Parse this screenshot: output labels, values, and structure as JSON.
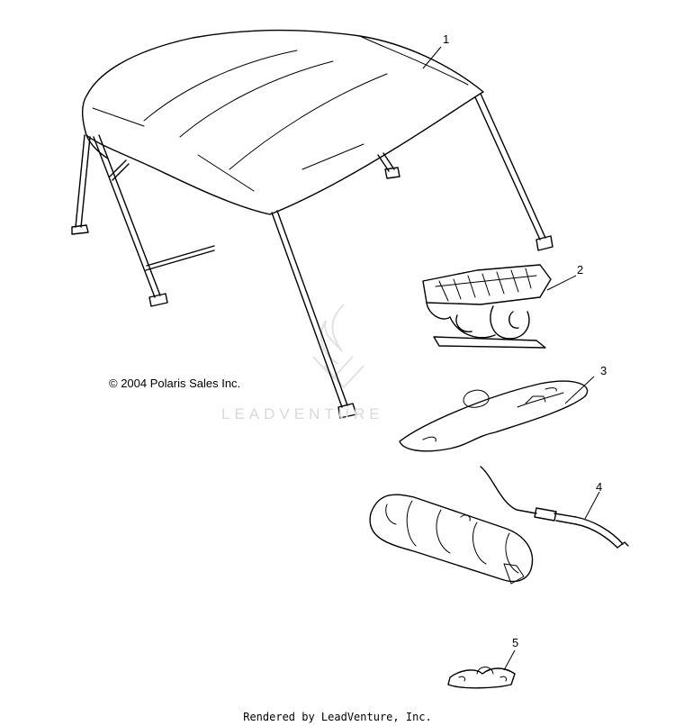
{
  "copyright": "© 2004 Polaris Sales Inc.",
  "watermark": "LEADVENTURE",
  "footer": "Rendered by LeadVenture, Inc.",
  "callouts": [
    "1",
    "2",
    "3",
    "4",
    "5"
  ],
  "colors": {
    "line": "#000000",
    "watermark": "#d9d9d9",
    "background": "#ffffff"
  }
}
